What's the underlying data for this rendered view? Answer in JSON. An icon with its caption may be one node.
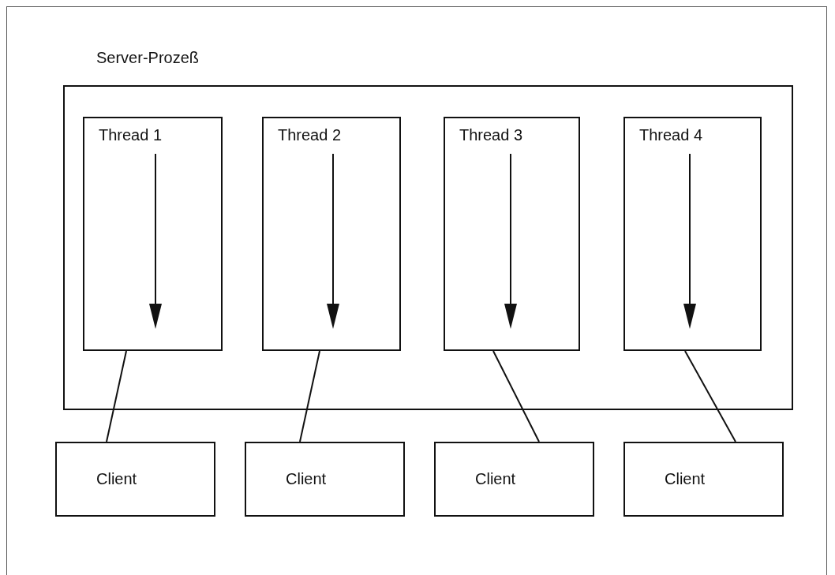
{
  "diagram": {
    "nodes": [
      {
        "text": [
          "Server-Prozeß"
        ]
      },
      {
        "text": [
          "Thread 1"
        ],
        "in": 0
      },
      {
        "text": [
          "Thread 2"
        ],
        "in": 0
      },
      {
        "text": [
          "Thread 3"
        ],
        "in": 0
      },
      {
        "text": [
          "Thread 4"
        ],
        "in": 0
      },
      {
        "text": [
          "Client"
        ]
      },
      {
        "text": [
          "Client"
        ]
      },
      {
        "text": [
          "Client"
        ]
      },
      {
        "text": [
          "Client"
        ]
      }
    ],
    "edges": [
      {
        "from": 1,
        "to": 5,
        "arrow": "none"
      },
      {
        "from": 2,
        "to": 6,
        "arrow": "none"
      },
      {
        "from": 3,
        "to": 7,
        "arrow": "none"
      },
      {
        "from": 4,
        "to": 8,
        "arrow": "none"
      }
    ]
  }
}
